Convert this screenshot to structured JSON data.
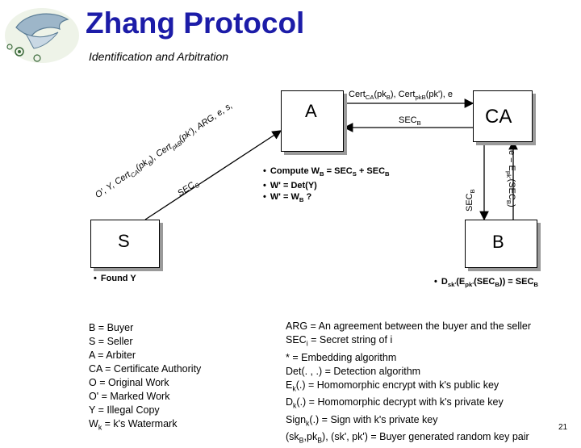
{
  "title": "Zhang Protocol",
  "subtitle": "Identification and Arbitration",
  "logo": {
    "type": "dolphin-seal-logo"
  },
  "nodes": {
    "A": "A",
    "CA": "CA",
    "S": "S",
    "B": "B"
  },
  "edge_labels": {
    "a_to_ca": "CertCA(pkB), CertpkB(pk'), e",
    "ca_to_a": "SECB",
    "s_to_a": "O', Y, CertCA(pkB), CertpkB(pk'), ARG, e, s, SECS",
    "ca_to_b": "SECB",
    "b_to_ca": "e = Epk'(SECB)"
  },
  "arbiter_steps": [
    "Compute WB = SECS + SECB",
    "W' = Det(Y)",
    "W' = WB ?"
  ],
  "seller_note": "Found Y",
  "buyer_note": "Dsk'(Epk'(SECB)) = SECB",
  "legend_left": [
    "B = Buyer",
    "S = Seller",
    "A = Arbiter",
    "CA = Certificate Authority",
    "O = Original Work",
    "O' = Marked Work",
    "Y = Illegal Copy",
    "Wk = k's Watermark"
  ],
  "legend_right": [
    "ARG = An agreement between the buyer and the seller",
    "SECi = Secret string of i",
    "* = Embedding algorithm",
    "Det(. , .) = Detection algorithm",
    "Ek(.) = Homomorphic encrypt with k's public key",
    "Dk(.) = Homomorphic decrypt with k's private key",
    "Signk(.) = Sign with k's private key",
    "(skB,pkB), (sk', pk') = Buyer generated random key pair"
  ],
  "page_number": "21",
  "colors": {
    "title": "#1c1ca8",
    "shadow": "#9a9a9a",
    "border": "#000000"
  }
}
